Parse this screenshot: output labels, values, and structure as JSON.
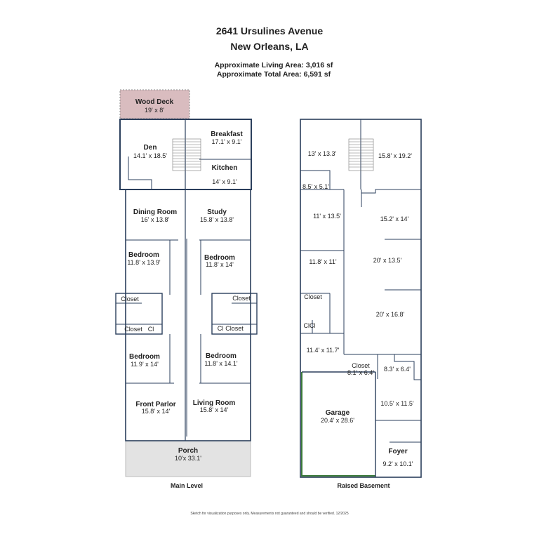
{
  "header": {
    "address_line1": "2641 Ursulines Avenue",
    "address_line2": "New Orleans, LA",
    "living_area": "Approximate Living Area: 3,016 sf",
    "total_area": "Approximate Total Area: 6,591 sf"
  },
  "colors": {
    "wall": "#2b3f5c",
    "deck_fill": "#d9bcbf",
    "porch_fill": "#e3e3e3",
    "garage_wall": "#3a7a3a"
  },
  "main_level": {
    "label": "Main Level",
    "rooms": [
      {
        "name": "Wood Deck",
        "dims": "19' x 8'"
      },
      {
        "name": "Den",
        "dims": "14.1' x 18.5'"
      },
      {
        "name": "Breakfast",
        "dims": "17.1' x 9.1'"
      },
      {
        "name": "Kitchen",
        "dims": "14' x 9.1'"
      },
      {
        "name": "Dining Room",
        "dims": "16' x 13.8'"
      },
      {
        "name": "Study",
        "dims": "15.8' x 13.8'"
      },
      {
        "name": "Bedroom",
        "dims": "11.8' x 13.9'"
      },
      {
        "name": "Bedroom",
        "dims": "11.8' x 14'"
      },
      {
        "name": "Bedroom",
        "dims": "11.9' x 14'"
      },
      {
        "name": "Bedroom",
        "dims": "11.8' x 14.1'"
      },
      {
        "name": "Front Parlor",
        "dims": "15.8' x 14'"
      },
      {
        "name": "Living Room",
        "dims": "15.8' x 14'"
      },
      {
        "name": "Porch",
        "dims": "10'x 33.1'"
      }
    ],
    "closets": [
      "Closet",
      "Closet",
      "Cl",
      "Closet",
      "Cl",
      "Closet"
    ]
  },
  "raised_basement": {
    "label": "Raised Basement",
    "rooms": [
      {
        "name": "",
        "dims": "13' x 13.3'"
      },
      {
        "name": "",
        "dims": "15.8' x 19.2'"
      },
      {
        "name": "",
        "dims": "8.5' x 5.1'"
      },
      {
        "name": "",
        "dims": "11' x 13.5'"
      },
      {
        "name": "",
        "dims": "15.2' x 14'"
      },
      {
        "name": "",
        "dims": "11.8' x 11'"
      },
      {
        "name": "",
        "dims": "20' x 13.5'"
      },
      {
        "name": "",
        "dims": "20' x 16.8'"
      },
      {
        "name": "",
        "dims": "11.4' x 11.7'"
      },
      {
        "name": "Closet",
        "dims": "8.1' x 6.4'"
      },
      {
        "name": "",
        "dims": "8.3' x 6.4'"
      },
      {
        "name": "Garage",
        "dims": "20.4' x 28.6'"
      },
      {
        "name": "",
        "dims": "10.5' x 11.5'"
      },
      {
        "name": "Foyer",
        "dims": "9.2' x 10.1'"
      }
    ],
    "closets": [
      "Closet",
      "ClCl"
    ]
  },
  "footer": {
    "disclaimer": "Sketch for visualization purposes only. Measurements not guaranteed and should be verified. 12/2025"
  }
}
